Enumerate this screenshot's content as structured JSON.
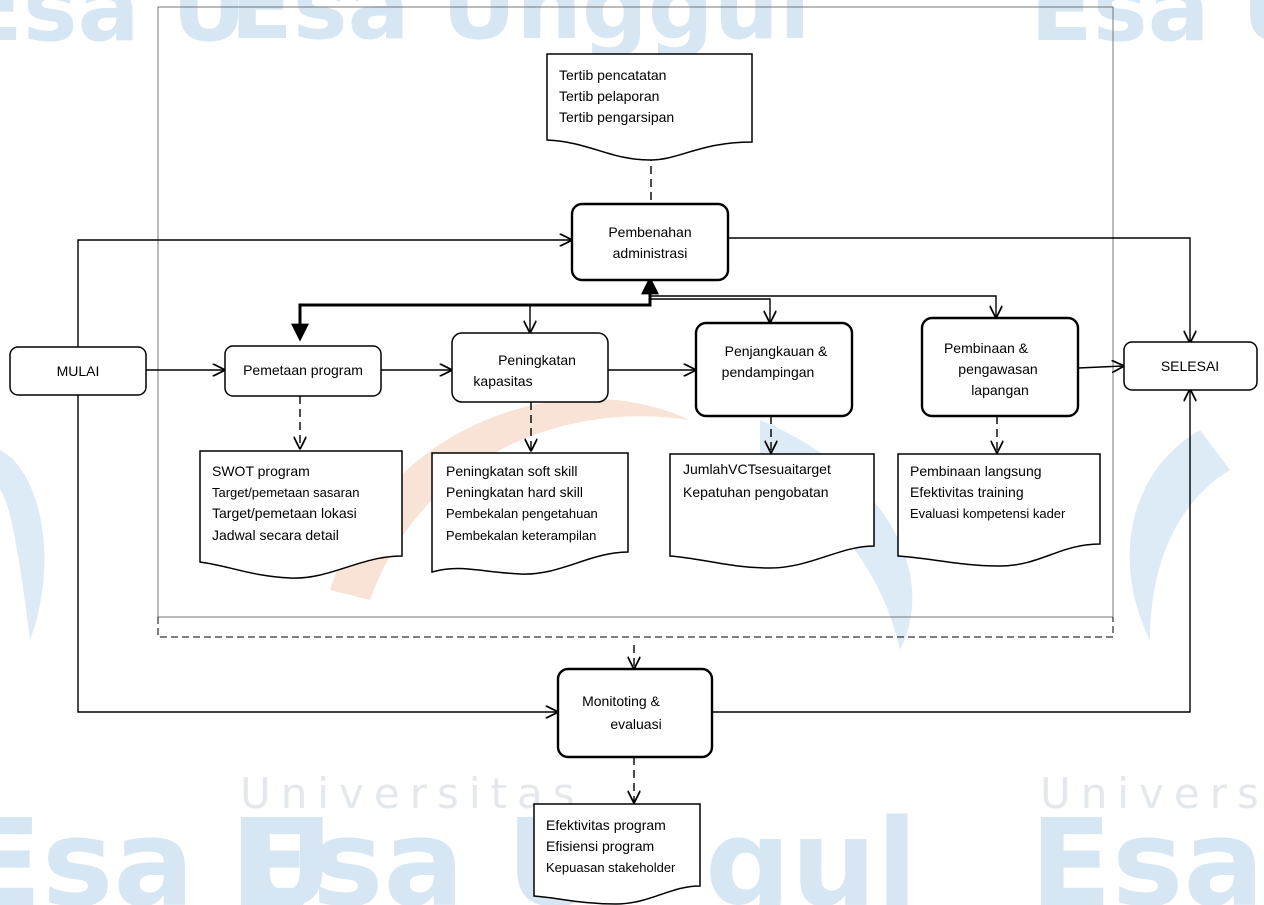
{
  "watermark": {
    "brand": "Esa Unggul",
    "brand_left": "Esa U",
    "brand_right": "Esa U",
    "brand_mid_bottom": "Esa U",
    "brand_mid_bottom2": "gul",
    "subtitle": "Universitas",
    "subtitle_right": "Universit",
    "color_blue": "#c9dfee",
    "color_orange": "#f7dccb"
  },
  "nodes": {
    "start": "MULAI",
    "end": "SELESAI",
    "admin": [
      "Pembenahan",
      "administrasi"
    ],
    "mapping": [
      "Pemetaan program"
    ],
    "capacity": [
      "Peningkatan",
      "kapasitas"
    ],
    "outreach": [
      "Penjangkauan &",
      "pendampingan"
    ],
    "coaching": [
      "Pembinaan &",
      "pengawasan",
      "lapangan"
    ],
    "monitoring": [
      "Monitoting &",
      "evaluasi"
    ]
  },
  "documents": {
    "admin_out": [
      "Tertib pencatatan",
      "Tertib pelaporan",
      "Tertib pengarsipan"
    ],
    "mapping_out": [
      "SWOT program",
      "Target/pemetaan sasaran",
      "Target/pemetaan lokasi",
      "Jadwal secara detail"
    ],
    "capacity_out": [
      "Peningkatan soft skill",
      "Peningkatan hard skill",
      "Pembekalan pengetahuan",
      "Pembekalan keterampilan"
    ],
    "outreach_out": [
      "JumlahVCTsesuaitarget",
      "Kepatuhan pengobatan"
    ],
    "coaching_out": [
      "Pembinaan langsung",
      "Efektivitas training",
      "Evaluasi kompetensi kader"
    ],
    "monitoring_out": [
      "Efektivitas program",
      "Efisiensi program",
      "Kepuasan stakeholder"
    ]
  }
}
